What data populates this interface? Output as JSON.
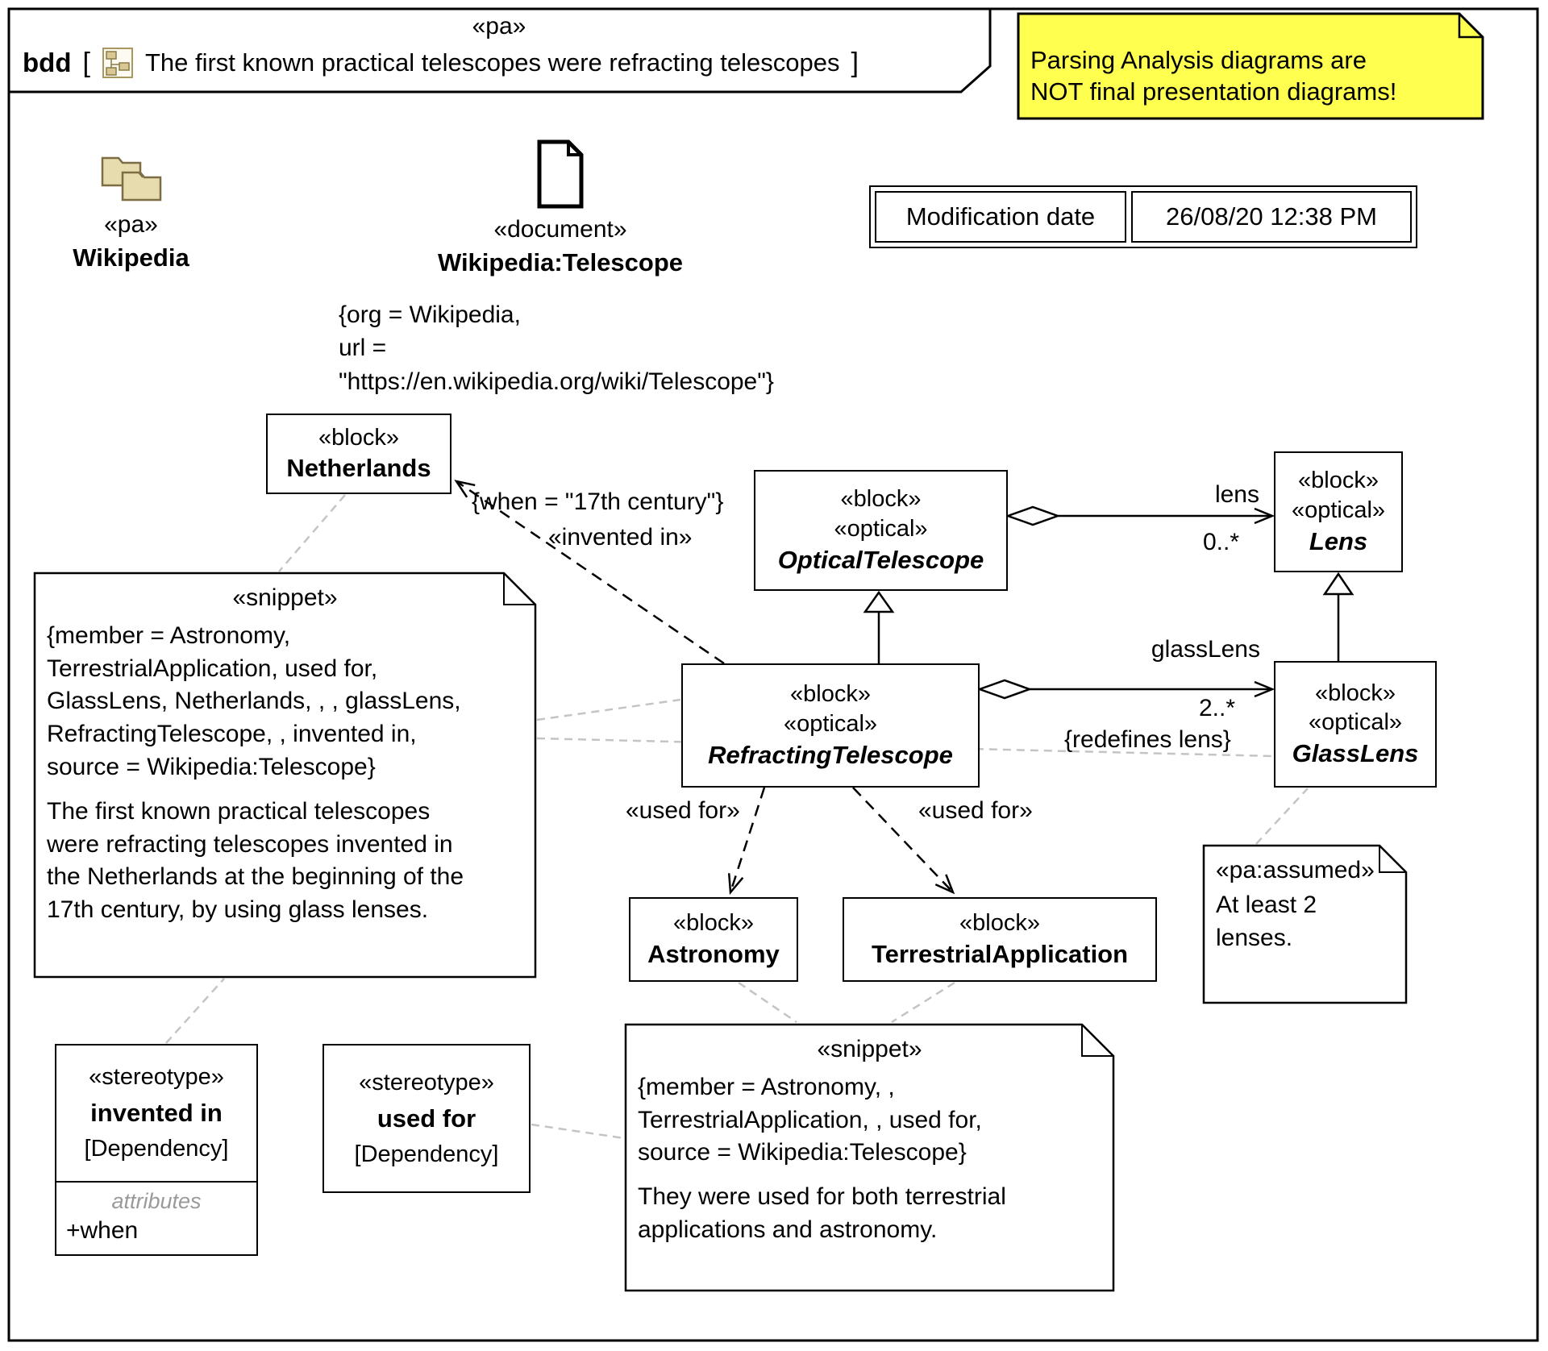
{
  "colors": {
    "note_yellow": "#ffff4f",
    "icon_tan": "#e7dcae",
    "anchor_gray": "#c4c4c4"
  },
  "frame": {
    "stereotype": "«pa»",
    "kind": "bdd",
    "open_bracket": "[",
    "close_bracket": "]",
    "title": "The first known practical telescopes were refracting telescopes"
  },
  "sticky_note": {
    "text": "Parsing Analysis diagrams are\nNOT final presentation diagrams!"
  },
  "wikipedia": {
    "stereotype": "«pa»",
    "name": "Wikipedia"
  },
  "document": {
    "stereotype": "«document»",
    "name": "Wikipedia:Telescope",
    "properties": "{org = Wikipedia,\nurl = \"https://en.wikipedia.org/wiki/Telescope\"}"
  },
  "modification": {
    "label": "Modification date",
    "value": "26/08/20 12:38 PM"
  },
  "blocks": {
    "netherlands": {
      "s1": "«block»",
      "name": "Netherlands"
    },
    "optical_telescope": {
      "s1": "«block»",
      "s2": "«optical»",
      "name": "OpticalTelescope"
    },
    "lens": {
      "s1": "«block»",
      "s2": "«optical»",
      "name": "Lens"
    },
    "refracting_telescope": {
      "s1": "«block»",
      "s2": "«optical»",
      "name": "RefractingTelescope"
    },
    "glass_lens": {
      "s1": "«block»",
      "s2": "«optical»",
      "name": "GlassLens"
    },
    "astronomy": {
      "s1": "«block»",
      "name": "Astronomy"
    },
    "terrestrial_application": {
      "s1": "«block»",
      "name": "TerrestrialApplication"
    }
  },
  "snippet_left": {
    "stereotype": "«snippet»",
    "members": "{member = Astronomy,\nTerrestrialApplication, used for,\nGlassLens, Netherlands, , , glassLens,\nRefractingTelescope, , invented in,\nsource = Wikipedia:Telescope}",
    "body": "The first known practical telescopes\nwere refracting telescopes invented in\nthe Netherlands at the beginning of the\n17th century, by using glass lenses."
  },
  "snippet_bottom": {
    "stereotype": "«snippet»",
    "members": "{member = Astronomy, ,\nTerrestrialApplication, , used for,\nsource = Wikipedia:Telescope}",
    "body": "They were used for both terrestrial\napplications and astronomy."
  },
  "assumed_note": {
    "stereotype": "«pa:assumed»",
    "body": "At least 2\nlenses."
  },
  "stereotype_invented_in": {
    "stereotype": "«stereotype»",
    "name": "invented in",
    "metaclass": "[Dependency]",
    "attributes_header": "attributes",
    "attribute_when": "+when"
  },
  "stereotype_used_for": {
    "stereotype": "«stereotype»",
    "name": "used for",
    "metaclass": "[Dependency]"
  },
  "edge_labels": {
    "when_constraint": "{when = \"17th century\"}",
    "invented_in": "«invented in»",
    "lens_role": "lens",
    "lens_multiplicity": "0..*",
    "glasslens_role": "glassLens",
    "glasslens_multiplicity": "2..*",
    "redefines_lens": "{redefines lens}",
    "used_for_astronomy": "«used for»",
    "used_for_terrestrial": "«used for»"
  }
}
